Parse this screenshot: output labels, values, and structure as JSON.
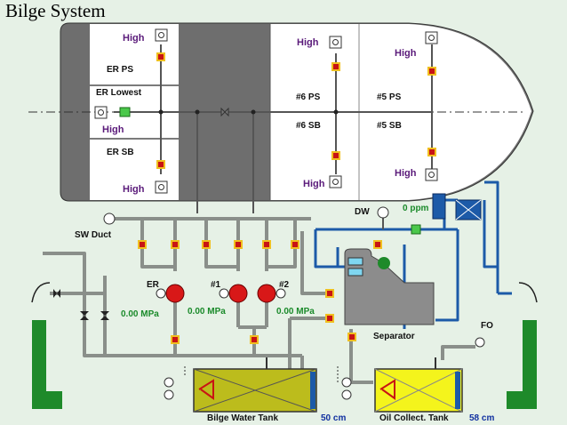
{
  "title": "Bilge System",
  "hull": {
    "compartments": {
      "er_ps": "ER PS",
      "er_lowest": "ER Lowest",
      "er_sb": "ER SB",
      "no6_ps": "#6 PS",
      "no6_sb": "#6 SB",
      "no5_ps": "#5 PS",
      "no5_sb": "#5 SB"
    },
    "high_label": "High"
  },
  "labels": {
    "sw_duct": "SW Duct",
    "dw": "DW",
    "ppm": "0 ppm",
    "separator": "Separator",
    "fo": "FO",
    "bilge_tank": "Bilge Water Tank",
    "oil_tank": "Oil Collect. Tank",
    "bilge_level": "50 cm",
    "oil_level": "58 cm"
  },
  "pumps": [
    {
      "name": "ER",
      "pressure": "0.00 MPa"
    },
    {
      "name": "#1",
      "pressure": "0.00 MPa"
    },
    {
      "name": "#2",
      "pressure": "0.00 MPa"
    }
  ],
  "colors": {
    "background": "#e6f1e6",
    "hull_dark": "#6e6e6e",
    "hull_light": "#ffffff",
    "pipe_gray": "#8a8f8a",
    "pipe_blue": "#1c5aa8",
    "valve_red": "#c81414",
    "valve_yellow": "#f0c020",
    "pump_red": "#d81818",
    "tank_bilge": "#bcbc1c",
    "tank_oil": "#f4f41c",
    "bulkhead_green": "#1e8a2a",
    "separator_gray": "#8c8c8c"
  }
}
